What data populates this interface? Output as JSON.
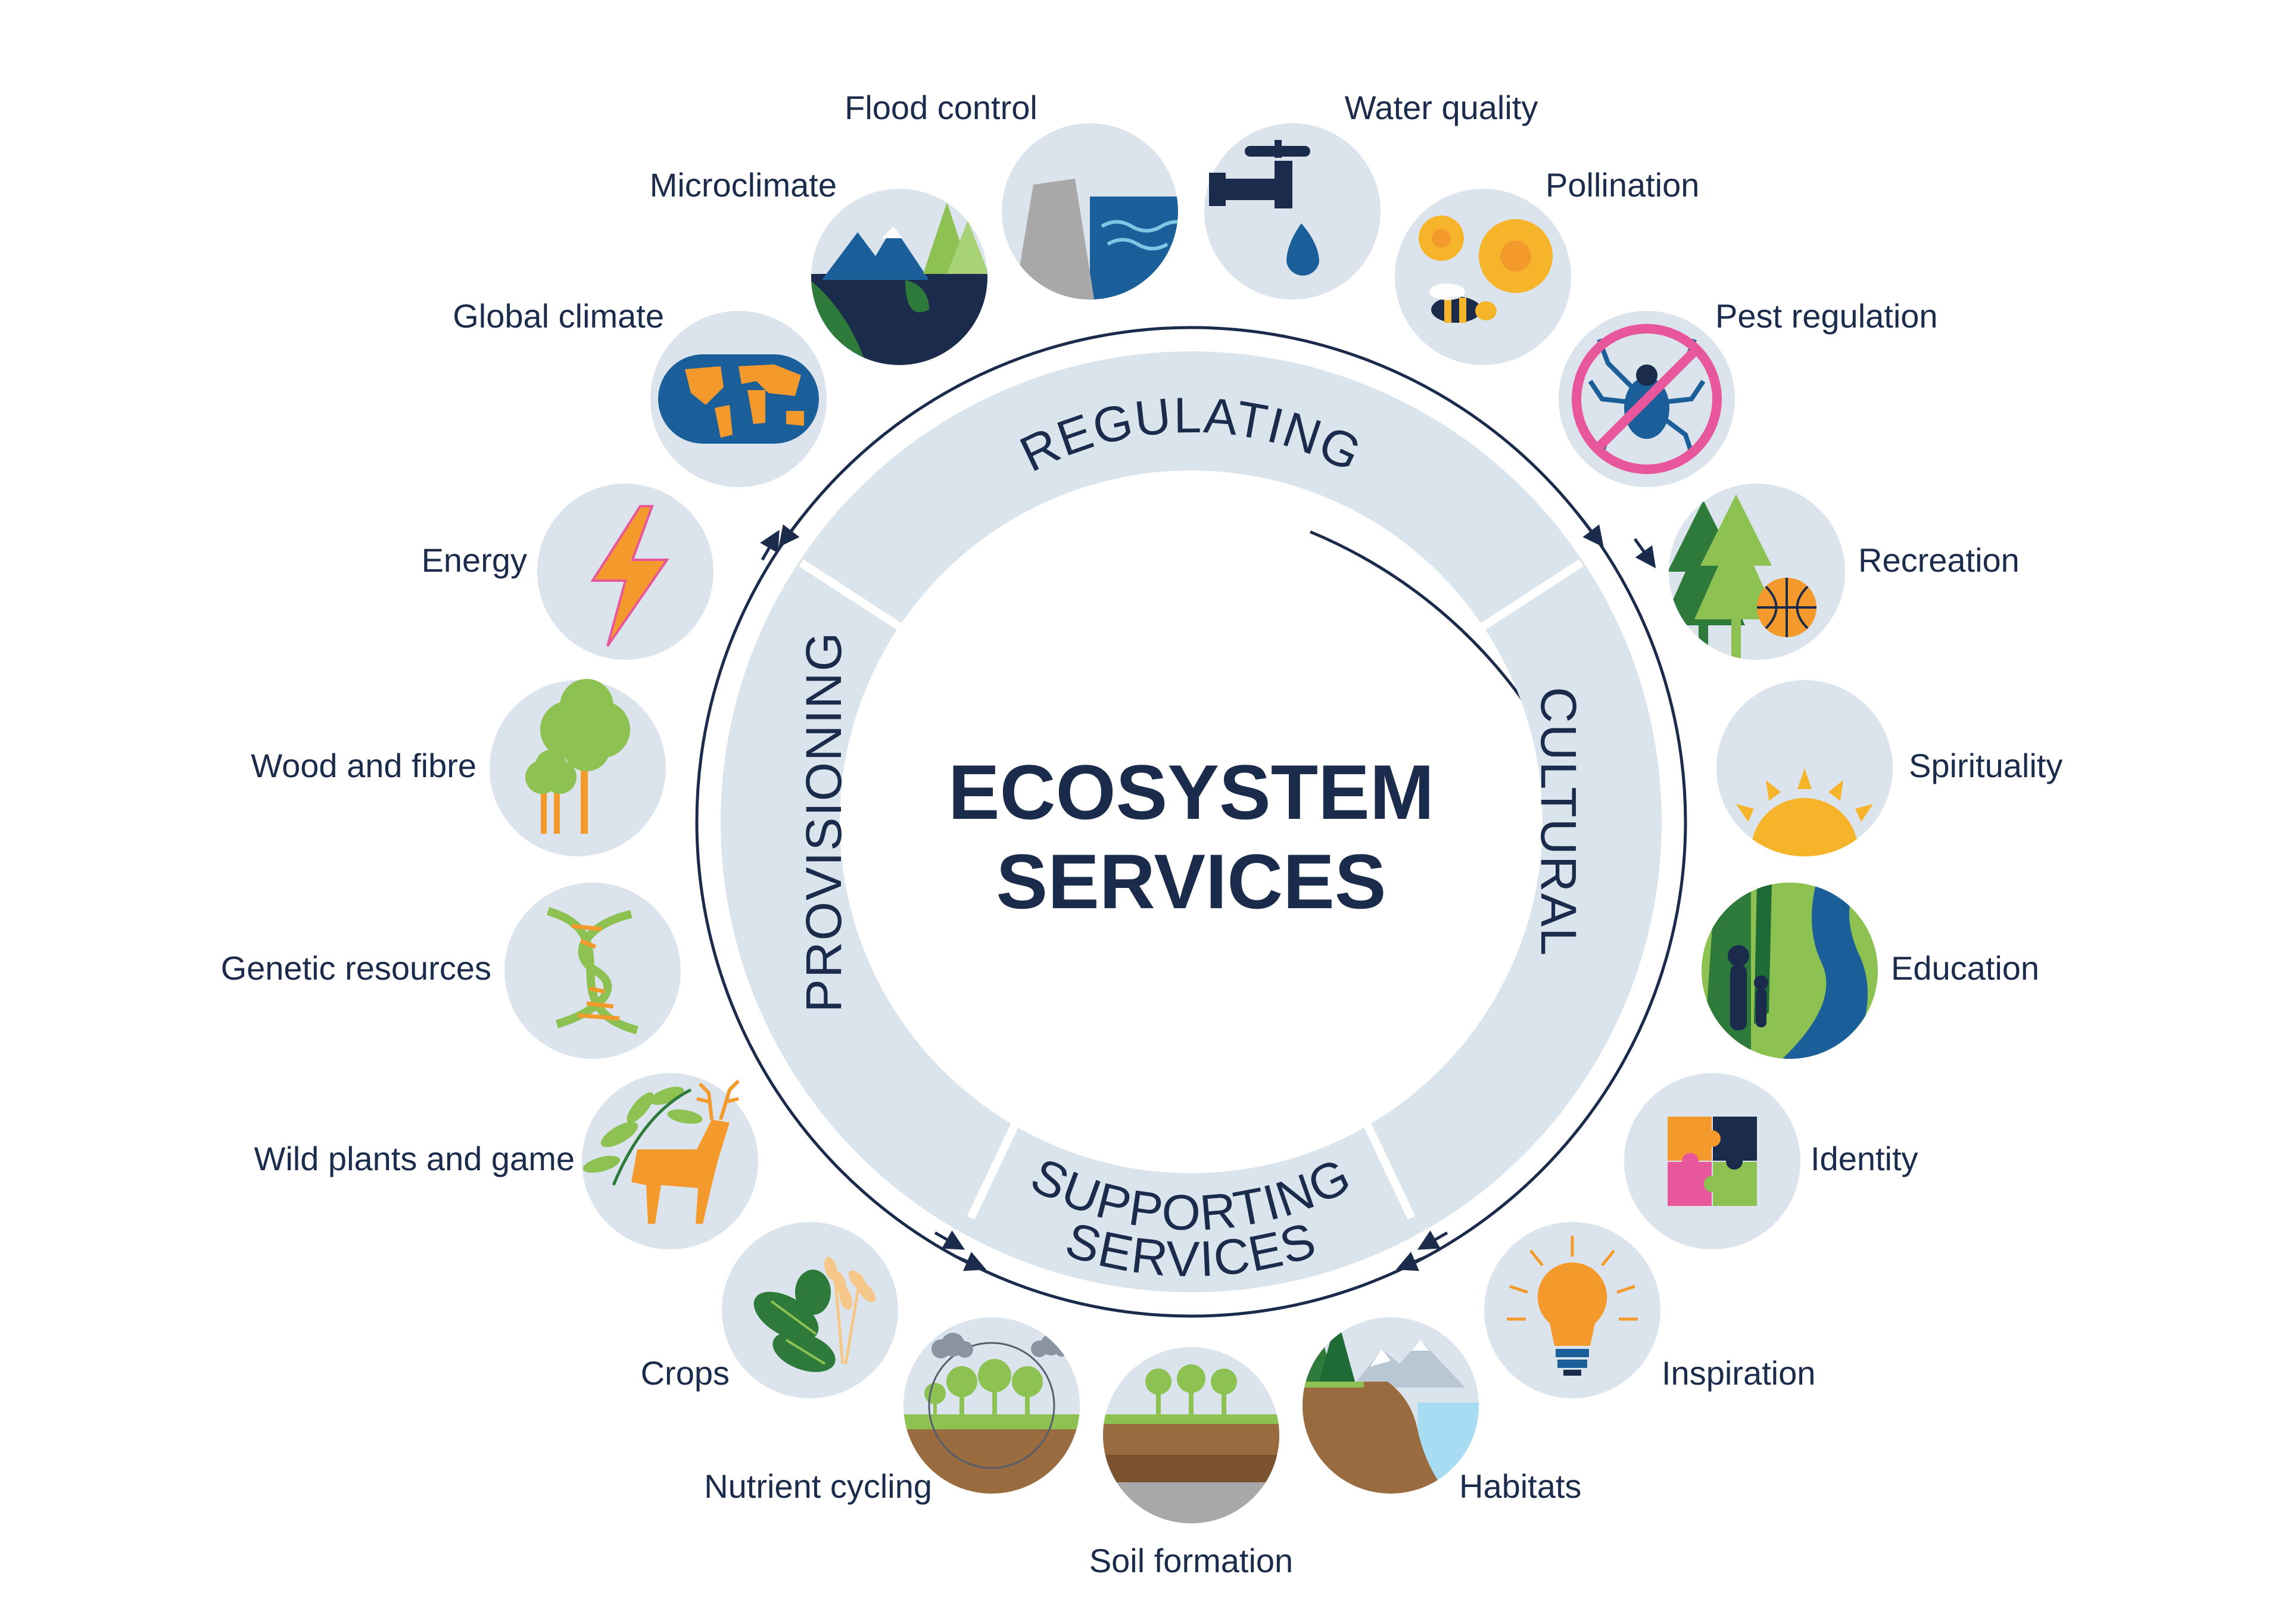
{
  "center": {
    "line1": "ECOSYSTEM",
    "line2": "SERVICES"
  },
  "segments": {
    "regulating": "REGULATING",
    "cultural": "CULTURAL",
    "supporting_line1": "SUPPORTING",
    "supporting_line2": "SERVICES",
    "provisioning": "PROVISIONING"
  },
  "services": {
    "flood_control": "Flood control",
    "water_quality": "Water quality",
    "microclimate": "Microclimate",
    "pollination": "Pollination",
    "global_climate": "Global climate",
    "pest_regulation": "Pest regulation",
    "energy": "Energy",
    "recreation": "Recreation",
    "wood_and_fibre": "Wood and fibre",
    "spirituality": "Spirituality",
    "genetic_resources": "Genetic resources",
    "education": "Education",
    "wild_plants_and_game": "Wild plants and game",
    "identity": "Identity",
    "crops": "Crops",
    "inspiration": "Inspiration",
    "nutrient_cycling": "Nutrient cycling",
    "habitats": "Habitats",
    "soil_formation": "Soil formation"
  },
  "colors": {
    "navy": "#1b2b4b",
    "ring": "#d9e4ec",
    "icon_bg": "#dbe4ec",
    "blue": "#1a5f99",
    "green": "#8dc152",
    "dark_green": "#2e7a3a",
    "orange": "#f49a2c",
    "pink": "#e8579b",
    "yellow": "#f5b42a"
  }
}
